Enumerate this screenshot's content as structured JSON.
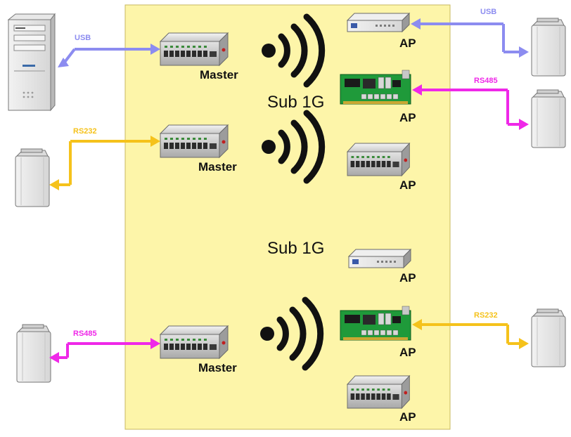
{
  "colors": {
    "panel": "#fdf5a9",
    "panel_border": "#c8b860",
    "usb": "#8c8cf0",
    "rs232": "#f5c21b",
    "rs485": "#ef28e8",
    "wireless": "#111111",
    "pcb": "#1f9a3a"
  },
  "labels": {
    "master": "Master",
    "ap": "AP",
    "sub_1g": "Sub 1G",
    "usb": "USB",
    "rs232": "RS232",
    "rs485": "RS485"
  },
  "icons": [
    "computer-tower-icon",
    "printer-icon",
    "master-hub-icon",
    "wireless-signal-icon",
    "ap-switch-icon",
    "ap-pcb-card-icon",
    "ap-hub-icon"
  ]
}
